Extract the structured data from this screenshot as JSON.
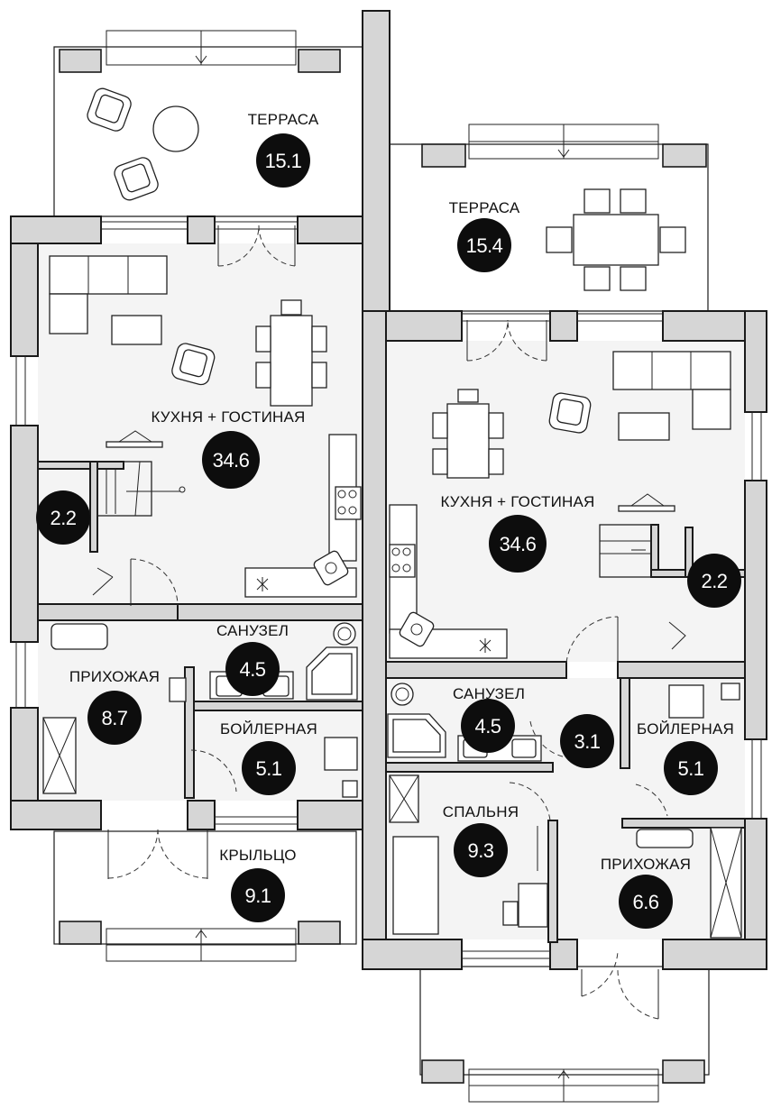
{
  "rooms": [
    {
      "id": "terrace-left",
      "label": "ТЕРРАСА",
      "area": "15.1"
    },
    {
      "id": "terrace-right",
      "label": "ТЕРРАСА",
      "area": "15.4"
    },
    {
      "id": "kitchen-living-left",
      "label": "КУХНЯ + ГОСТИНАЯ",
      "area": "34.6"
    },
    {
      "id": "kitchen-living-right",
      "label": "КУХНЯ + ГОСТИНАЯ",
      "area": "34.6"
    },
    {
      "id": "storage-left",
      "label": "",
      "area": "2.2"
    },
    {
      "id": "storage-right",
      "label": "",
      "area": "2.2"
    },
    {
      "id": "bathroom-left",
      "label": "САНУЗЕЛ",
      "area": "4.5"
    },
    {
      "id": "bathroom-right",
      "label": "САНУЗЕЛ",
      "area": "4.5"
    },
    {
      "id": "hallway-left",
      "label": "ПРИХОЖАЯ",
      "area": "8.7"
    },
    {
      "id": "boiler-left",
      "label": "БОЙЛЕРНАЯ",
      "area": "5.1"
    },
    {
      "id": "boiler-right",
      "label": "БОЙЛЕРНАЯ",
      "area": "5.1"
    },
    {
      "id": "corridor-right",
      "label": "",
      "area": "3.1"
    },
    {
      "id": "porch-left",
      "label": "КРЫЛЬЦО",
      "area": "9.1"
    },
    {
      "id": "bedroom-right",
      "label": "СПАЛЬНЯ",
      "area": "9.3"
    },
    {
      "id": "hallway-right",
      "label": "ПРИХОЖАЯ",
      "area": "6.6"
    }
  ]
}
